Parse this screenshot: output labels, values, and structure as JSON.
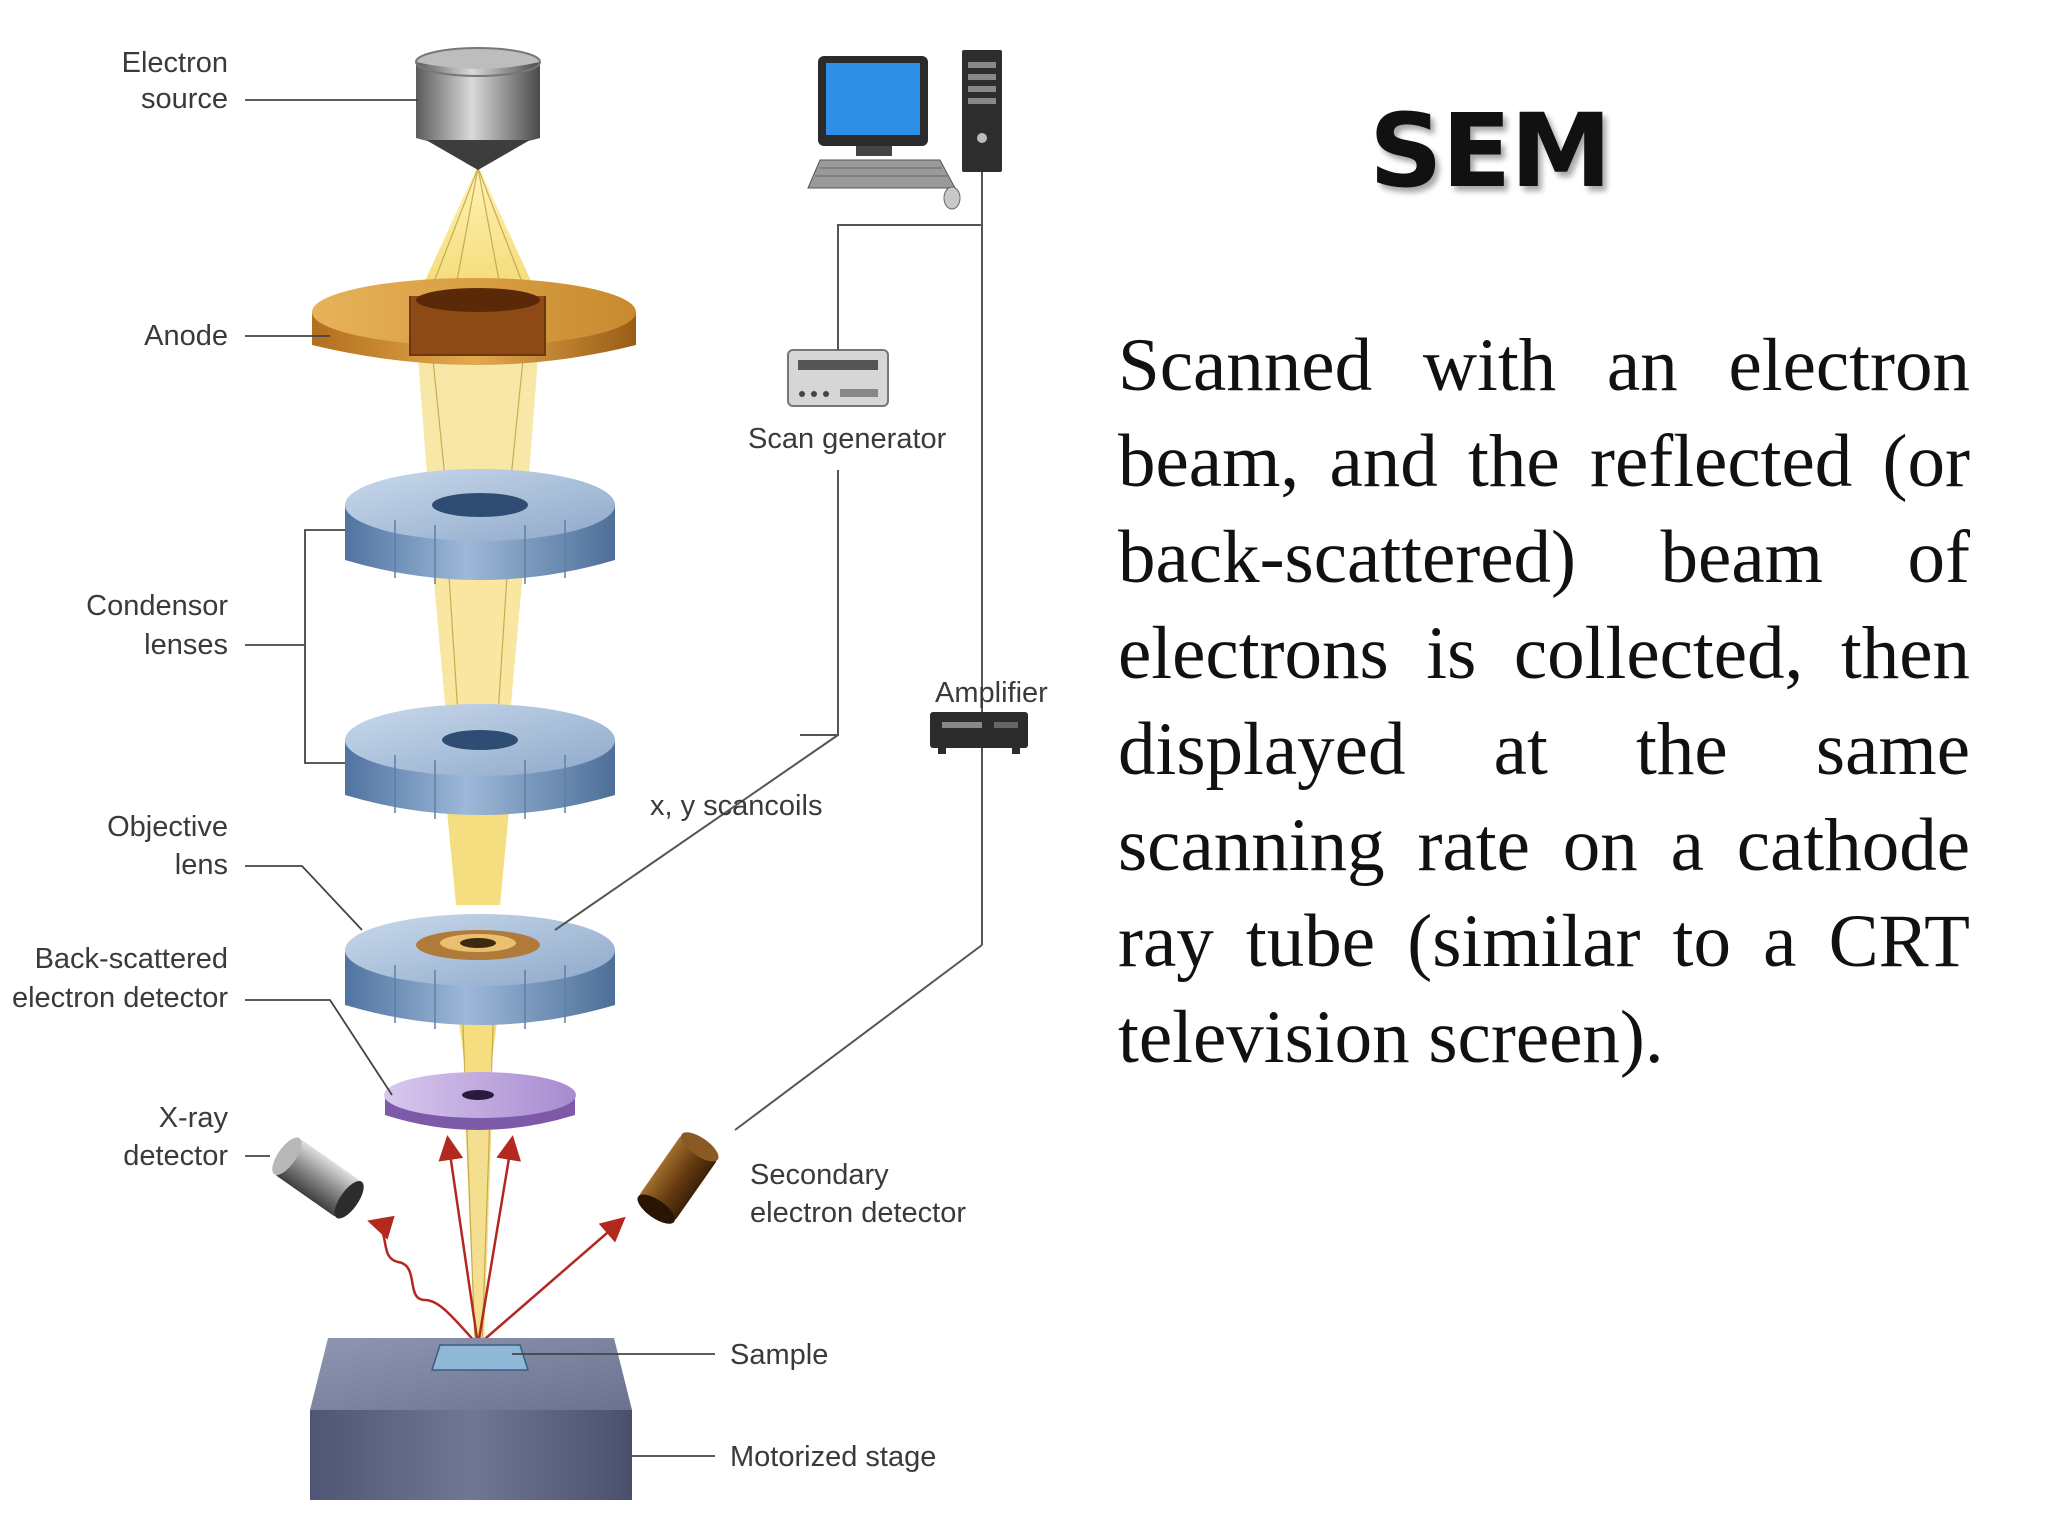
{
  "slide": {
    "title": "SEM",
    "description": "Scanned with an electron beam, and the reflected (or back-scattered) beam of electrons is collected, then displayed at the same scanning rate on a cathode ray tube (similar to a CRT television screen)."
  },
  "diagram": {
    "labels": {
      "electron_source_1": "Electron",
      "electron_source_2": "source",
      "anode": "Anode",
      "condensor_1": "Condensor",
      "condensor_2": "lenses",
      "objective_1": "Objective",
      "objective_2": "lens",
      "backscatter_1": "Back-scattered",
      "backscatter_2": "electron detector",
      "xray_1": "X-ray",
      "xray_2": "detector",
      "scan_generator": "Scan generator",
      "scancoils": "x, y scancoils",
      "amplifier": "Amplifier",
      "secondary_1": "Secondary",
      "secondary_2": "electron detector",
      "sample": "Sample",
      "motorized_stage": "Motorized stage"
    },
    "colors": {
      "beam": "#f3d35a",
      "anode": "#c98a2e",
      "lens": "#6f94bf",
      "detector_ring": "#a98fd0",
      "stage": "#6d7590",
      "wire": "#5a5a5a"
    }
  }
}
